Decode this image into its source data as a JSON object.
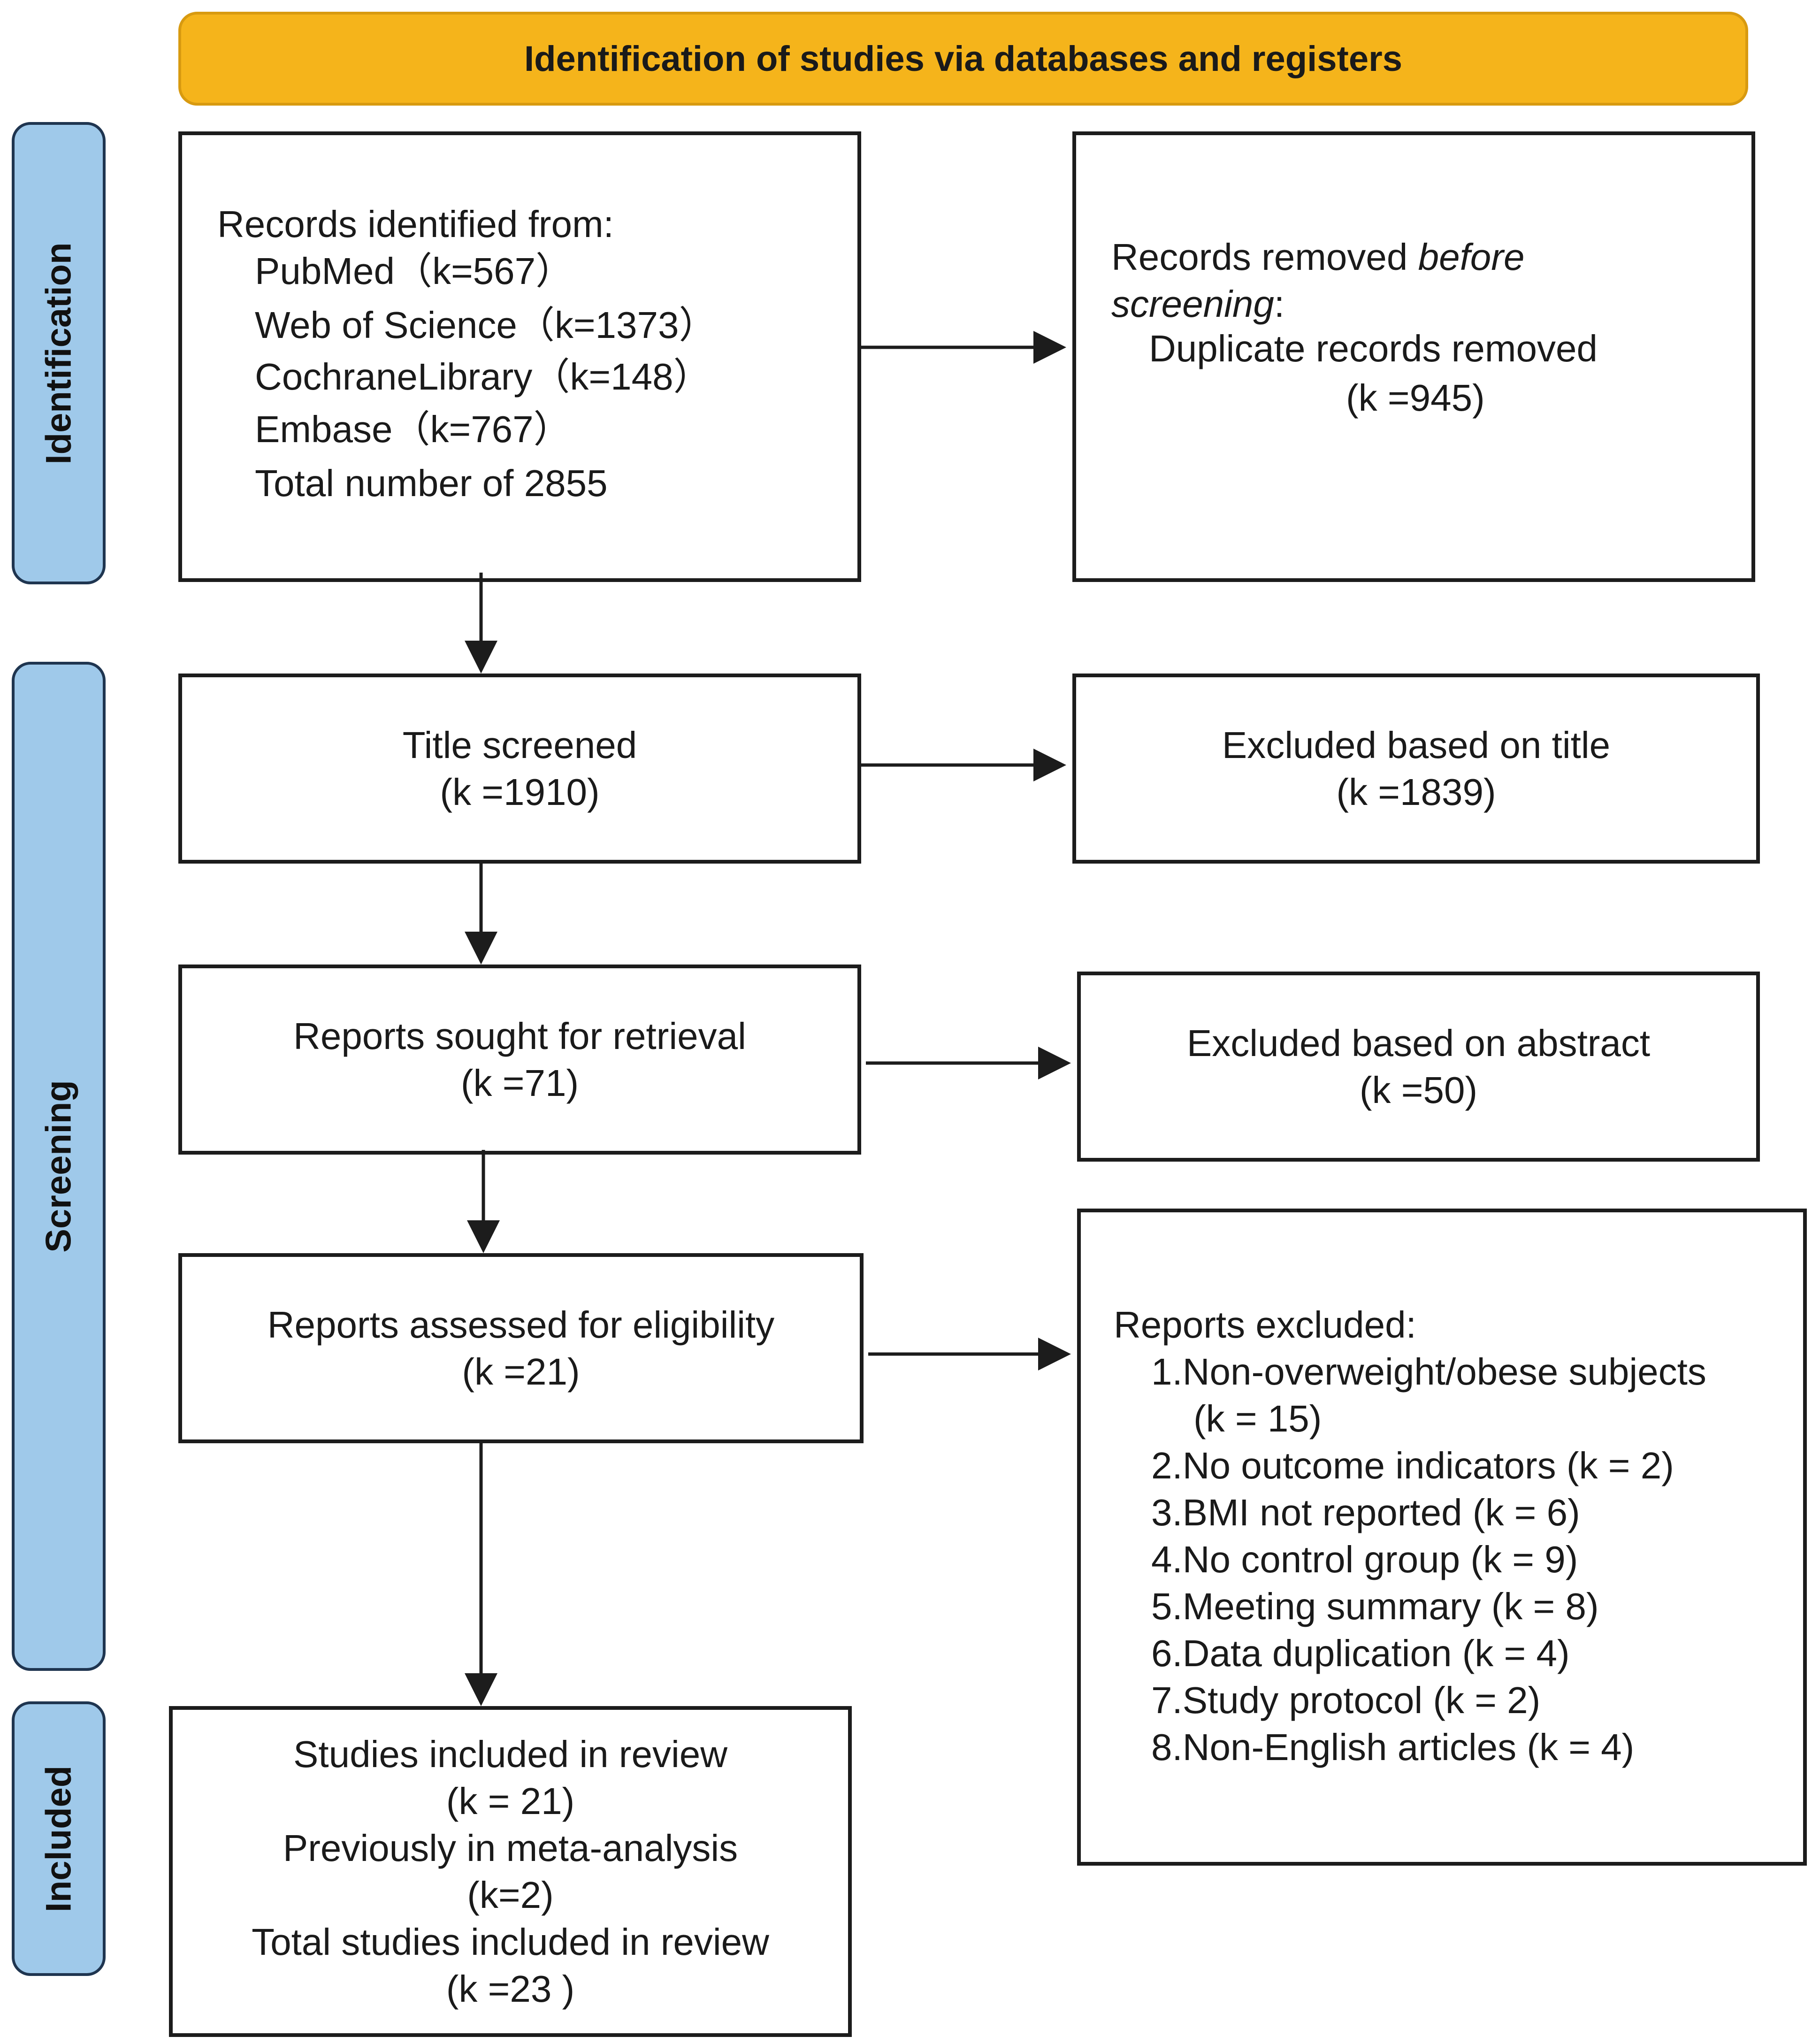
{
  "header": {
    "title": "Identification of studies via databases and registers"
  },
  "phases": {
    "identification": "Identification",
    "screening": "Screening",
    "included": "Included"
  },
  "identification_box": {
    "heading": "Records identified from:",
    "sources": [
      "PubMed（k=567）",
      "Web of Science（k=1373）",
      "CochraneLibrary（k=148）",
      "Embase（k=767）"
    ],
    "total": "Total number of 2855"
  },
  "removed_box": {
    "line1_prefix": "Records removed ",
    "line1_italic": "before",
    "line2_italic": "screening",
    "line2_suffix": ":",
    "line3": "Duplicate records removed",
    "line4": "(k =945)"
  },
  "title_screened": {
    "label": "Title screened",
    "count": "(k =1910)"
  },
  "excluded_title": {
    "label": "Excluded based on title",
    "count": "(k =1839)"
  },
  "sought_retrieval": {
    "label": "Reports sought for retrieval",
    "count": "(k =71)"
  },
  "excluded_abstract": {
    "label": "Excluded based on abstract",
    "count": "(k =50)"
  },
  "assessed_eligibility": {
    "label": "Reports assessed for eligibility",
    "count": "(k =21)"
  },
  "reports_excluded": {
    "heading": "Reports excluded:",
    "item1": "1.Non-overweight/obese subjects",
    "item1_count": "(k = 15)",
    "items": [
      "2.No outcome indicators (k = 2)",
      "3.BMI not reported (k = 6)",
      "4.No control group (k = 9)",
      "5.Meeting summary (k = 8)",
      "6.Data duplication (k = 4)",
      "7.Study protocol (k = 2)",
      "8.Non-English articles (k = 4)"
    ]
  },
  "included_box": {
    "lines": [
      "Studies included in review",
      "(k = 21)",
      "Previously in meta-analysis",
      "(k=2)",
      "Total studies included in review",
      "(k =23 )"
    ]
  }
}
